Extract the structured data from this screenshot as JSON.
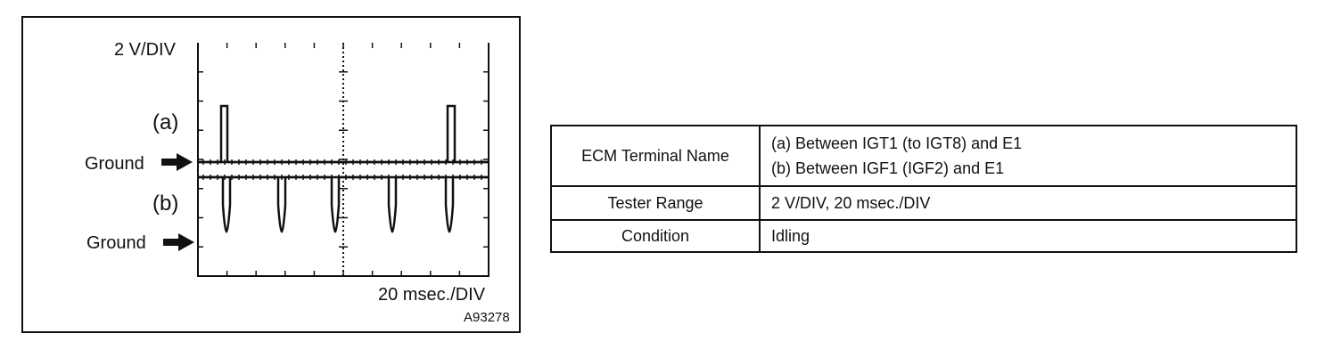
{
  "scope": {
    "volts_per_div": "2 V/DIV",
    "time_per_div": "20 msec./DIV",
    "figure_id": "A93278",
    "channel_a_label": "(a)",
    "channel_b_label": "(b)",
    "ground_label_a": "Ground",
    "ground_label_b": "Ground"
  },
  "table": {
    "rows": [
      {
        "key": "ECM Terminal Name",
        "values": [
          "(a)  Between IGT1 (to IGT8) and E1",
          "(b)  Between IGF1 (IGF2) and E1"
        ]
      },
      {
        "key": "Tester Range",
        "values": [
          "2 V/DIV, 20 msec./DIV"
        ]
      },
      {
        "key": "Condition",
        "values": [
          "Idling"
        ]
      }
    ]
  }
}
